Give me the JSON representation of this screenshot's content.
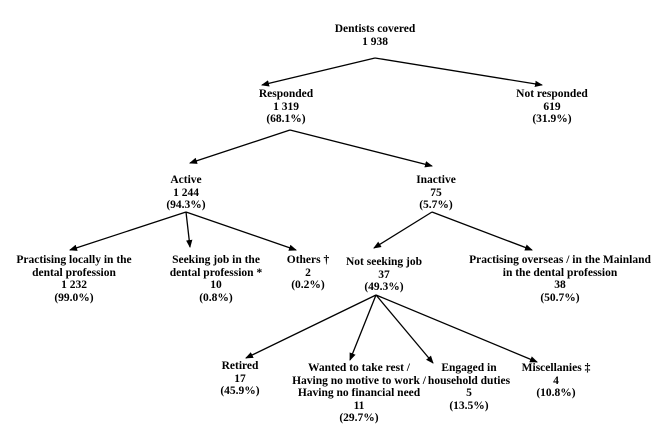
{
  "nodes": {
    "root": {
      "lines": [
        "Dentists covered",
        "1 938"
      ]
    },
    "responded": {
      "lines": [
        "Responded",
        "1 319",
        "(68.1%)"
      ]
    },
    "not_responded": {
      "lines": [
        "Not responded",
        "619",
        "(31.9%)"
      ]
    },
    "active": {
      "lines": [
        "Active",
        "1 244",
        "(94.3%)"
      ]
    },
    "inactive": {
      "lines": [
        "Inactive",
        "75",
        "(5.7%)"
      ]
    },
    "practising_locally": {
      "lines": [
        "Practising locally in the",
        "dental  profession",
        "1 232",
        "(99.0%)"
      ]
    },
    "seeking_job": {
      "lines": [
        "Seeking job in the",
        "dental  profession *",
        "10",
        "(0.8%)"
      ]
    },
    "others": {
      "lines": [
        "Others †",
        "2",
        "(0.2%)"
      ]
    },
    "not_seeking_job": {
      "lines": [
        "Not seeking job",
        "37",
        "(49.3%)"
      ]
    },
    "practising_overseas": {
      "lines": [
        "Practising overseas / in the Mainland",
        "in the dental profession",
        "38",
        "(50.7%)"
      ]
    },
    "retired": {
      "lines": [
        "Retired",
        "17",
        "(45.9%)"
      ]
    },
    "wanted_rest": {
      "lines": [
        "Wanted to take rest /",
        "Having no motive to work /",
        "Having no financial need",
        "11",
        "(29.7%)"
      ]
    },
    "household_duties": {
      "lines": [
        "Engaged in",
        "household duties",
        "5",
        "(13.5%)"
      ]
    },
    "miscellanies": {
      "lines": [
        "Miscellanies ‡",
        "4",
        "(10.8%)"
      ]
    }
  }
}
